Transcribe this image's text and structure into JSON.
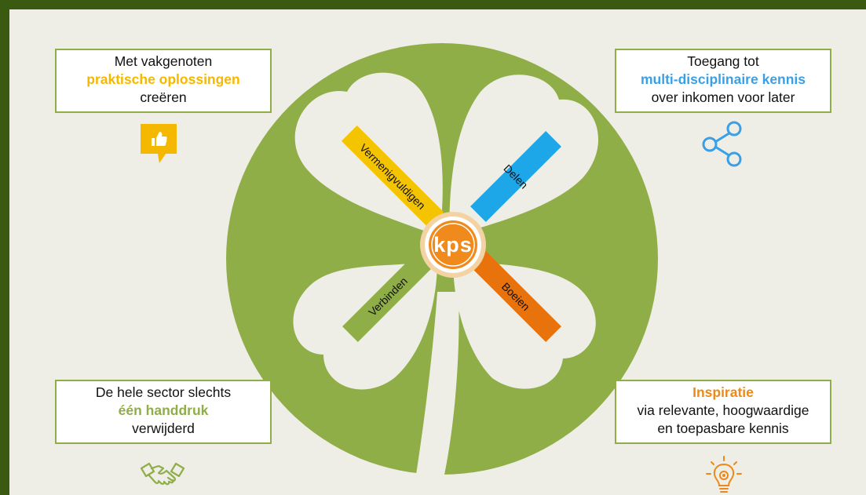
{
  "boxes": {
    "top_left": {
      "line1": "Met vakgenoten",
      "highlight": "praktische oplossingen",
      "line3": "creëren",
      "highlight_color": "#f5b800"
    },
    "top_right": {
      "line1": "Toegang tot",
      "highlight": "multi-disciplinaire kennis",
      "line3": "over inkomen voor later",
      "highlight_color": "#3aa0e6"
    },
    "bottom_left": {
      "line1": "De hele sector slechts",
      "highlight": "één handdruk",
      "line3": "verwijderd",
      "highlight_color": "#8fae47"
    },
    "bottom_right": {
      "highlight": "Inspiratie",
      "line2": "via relevante, hoogwaardige",
      "line3": "en toepasbare kennis",
      "highlight_color": "#e98a1a"
    }
  },
  "clover": {
    "logo": "kps",
    "bars": {
      "vermenigvuldigen": {
        "label": "Vermenigvuldigen",
        "color": "#f5c400"
      },
      "delen": {
        "label": "Delen",
        "color": "#1ea7e8"
      },
      "verbinden": {
        "label": "Verbinden",
        "color": "#8fae47"
      },
      "boeien": {
        "label": "Boeien",
        "color": "#e8720c"
      }
    }
  },
  "icons": {
    "top_left": "thumbs-up-speech-bubble-icon",
    "top_right": "share-icon",
    "bottom_left": "handshake-icon",
    "bottom_right": "lightbulb-icon"
  },
  "colors": {
    "frame": "#3a5a12",
    "background": "#eeeee6",
    "clover_green": "#8fae47",
    "petal": "#eeeee6",
    "box_border": "#8fae47"
  }
}
